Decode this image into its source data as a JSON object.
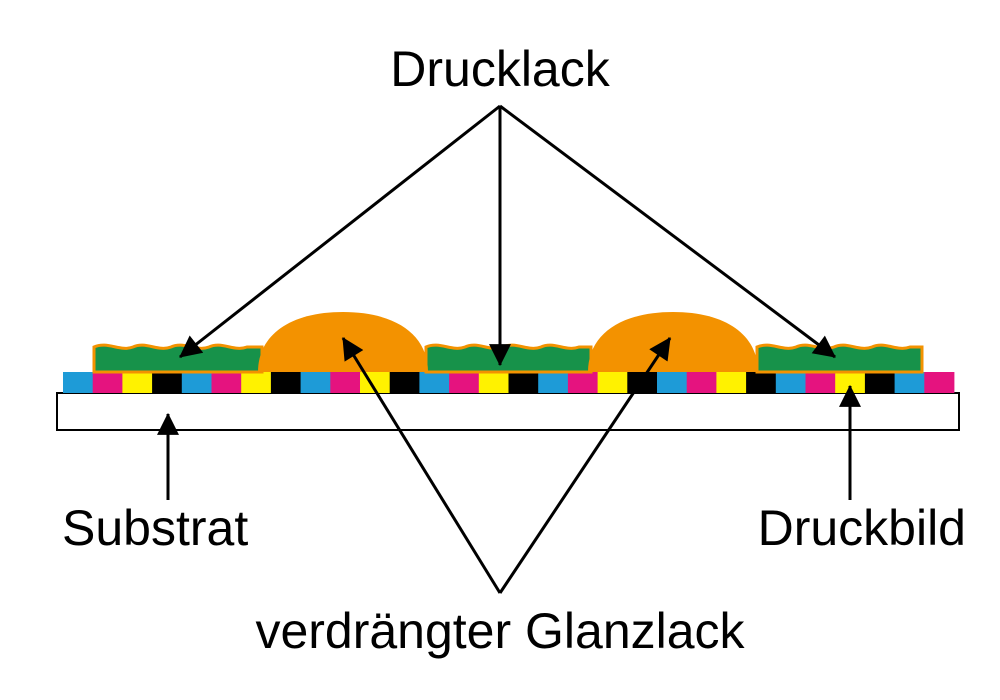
{
  "labels": {
    "top": "Drucklack",
    "left": "Substrat",
    "right": "Druckbild",
    "bottom": "verdrängter Glanzlack"
  },
  "colors": {
    "cyan": "#1E9BD7",
    "magenta": "#E5137F",
    "yellow": "#FFF200",
    "black": "#000000",
    "green": "#17924A",
    "orange": "#F39200",
    "substrate_fill": "#ffffff",
    "outline": "#000000"
  },
  "print_sequence": [
    "cyan",
    "magenta",
    "yellow",
    "black"
  ]
}
